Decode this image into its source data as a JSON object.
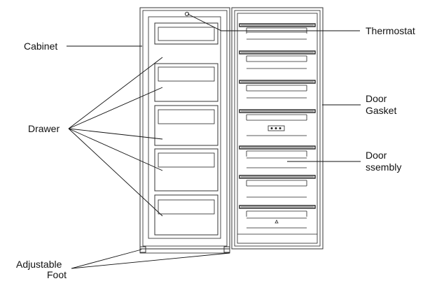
{
  "labels": {
    "cabinet": "Cabinet",
    "drawer": "Drawer",
    "adjustable_foot_1": "Adjustable",
    "adjustable_foot_2": "Foot",
    "thermostat": "Thermostat",
    "door_gasket_1": "Door",
    "door_gasket_2": "Gasket",
    "door_assembly_1": "Door",
    "door_assembly_2": "ssembly"
  }
}
